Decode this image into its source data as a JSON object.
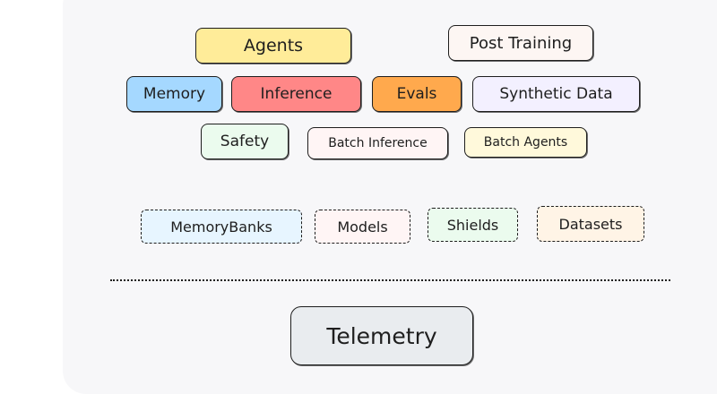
{
  "apis": {
    "agents": "Agents",
    "post_training": "Post Training",
    "memory": "Memory",
    "inference": "Inference",
    "evals": "Evals",
    "synthetic_data": "Synthetic Data",
    "safety": "Safety",
    "batch_inference": "Batch Inference",
    "batch_agents": "Batch Agents"
  },
  "resources": {
    "memory_banks": "MemoryBanks",
    "models": "Models",
    "shields": "Shields",
    "datasets": "Datasets"
  },
  "telemetry": "Telemetry",
  "colors": {
    "agents": "#ffec99",
    "post_training": "#fdf6f3",
    "memory": "#a5d8ff",
    "inference": "#ff8787",
    "evals": "#ffa94d",
    "synthetic_data": "#f3f0ff",
    "safety": "#ebfbee",
    "batch_inference": "#fff5f5",
    "batch_agents": "#fff9db",
    "memory_banks": "#e7f5ff",
    "models": "#fff5f5",
    "shields": "#ebfbee",
    "datasets": "#fff4e6",
    "telemetry": "#e9ecef"
  }
}
